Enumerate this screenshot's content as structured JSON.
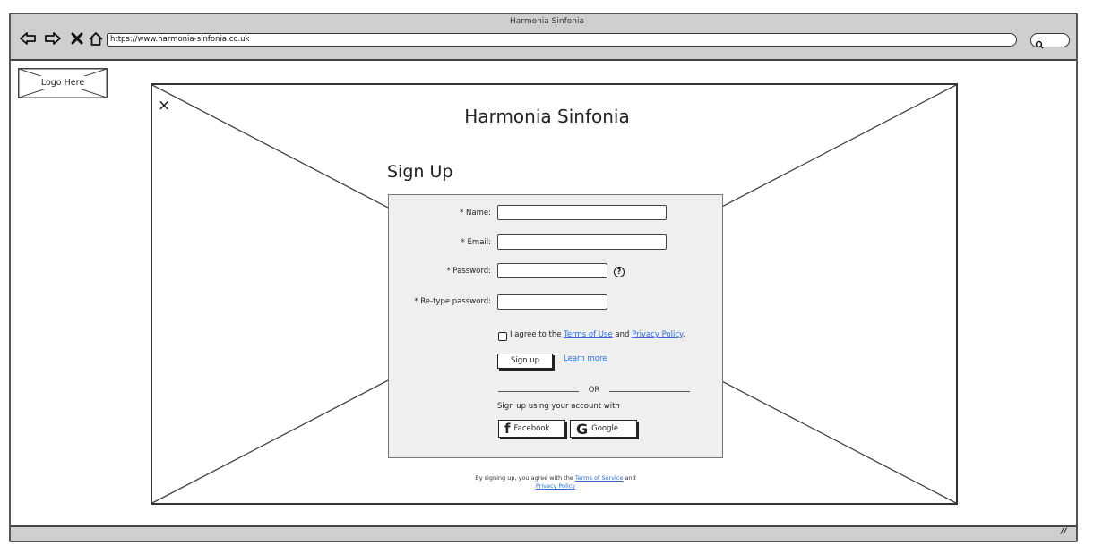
{
  "window": {
    "title": "Harmonia Sinfonia",
    "url": "https://www.harmonia-sinfonia.co.uk"
  },
  "nav_icons": [
    "back-arrow-icon",
    "forward-arrow-icon",
    "close-x-icon",
    "home-icon"
  ],
  "logo": {
    "label": "Logo Here"
  },
  "modal": {
    "close_glyph": "×",
    "app_title": "Harmonia Sinfonia",
    "heading": "Sign Up"
  },
  "form": {
    "name_label": "* Name:",
    "email_label": "* Email:",
    "password_label": "* Password:",
    "retype_label": "* Re-type password:",
    "name_value": "",
    "email_value": "",
    "password_value": "",
    "retype_value": "",
    "help_glyph": "?",
    "agree_prefix": "I agree to the ",
    "terms_link": "Terms of Use",
    "agree_mid": " and ",
    "privacy_link": "Privacy Policy",
    "agree_suffix": ".",
    "agree_checked": false,
    "signup_button": "Sign up",
    "learn_more": "Learn more",
    "or_text": "OR",
    "alt_label": "Sign up using your account with",
    "facebook_glyph": "f",
    "facebook_button": "Facebook",
    "google_glyph": "G",
    "google_button": "Google"
  },
  "footer": {
    "prefix": "By signing up, you agree with the ",
    "terms_link": "Terms of Service",
    "mid": " and",
    "privacy_link": "Privacy Policy"
  },
  "statusbar": {
    "resize_glyph": "//"
  }
}
